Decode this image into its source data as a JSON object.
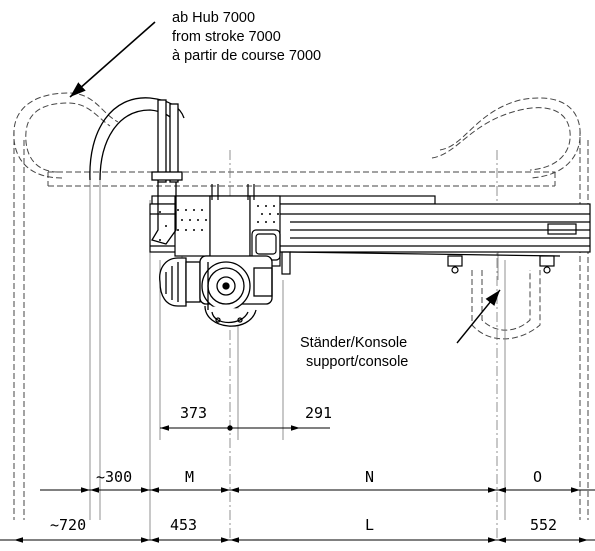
{
  "annotations": {
    "stroke_note": [
      "ab Hub 7000",
      "from stroke 7000",
      "à partir de course 7000"
    ],
    "support_note": [
      "Ständer/Konsole",
      "support/console"
    ]
  },
  "dimensions": {
    "offset_left": "373",
    "offset_right": "291",
    "row1": [
      "~300",
      "M",
      "N",
      "O"
    ],
    "row2": [
      "~720",
      "453",
      "L",
      "552"
    ]
  }
}
